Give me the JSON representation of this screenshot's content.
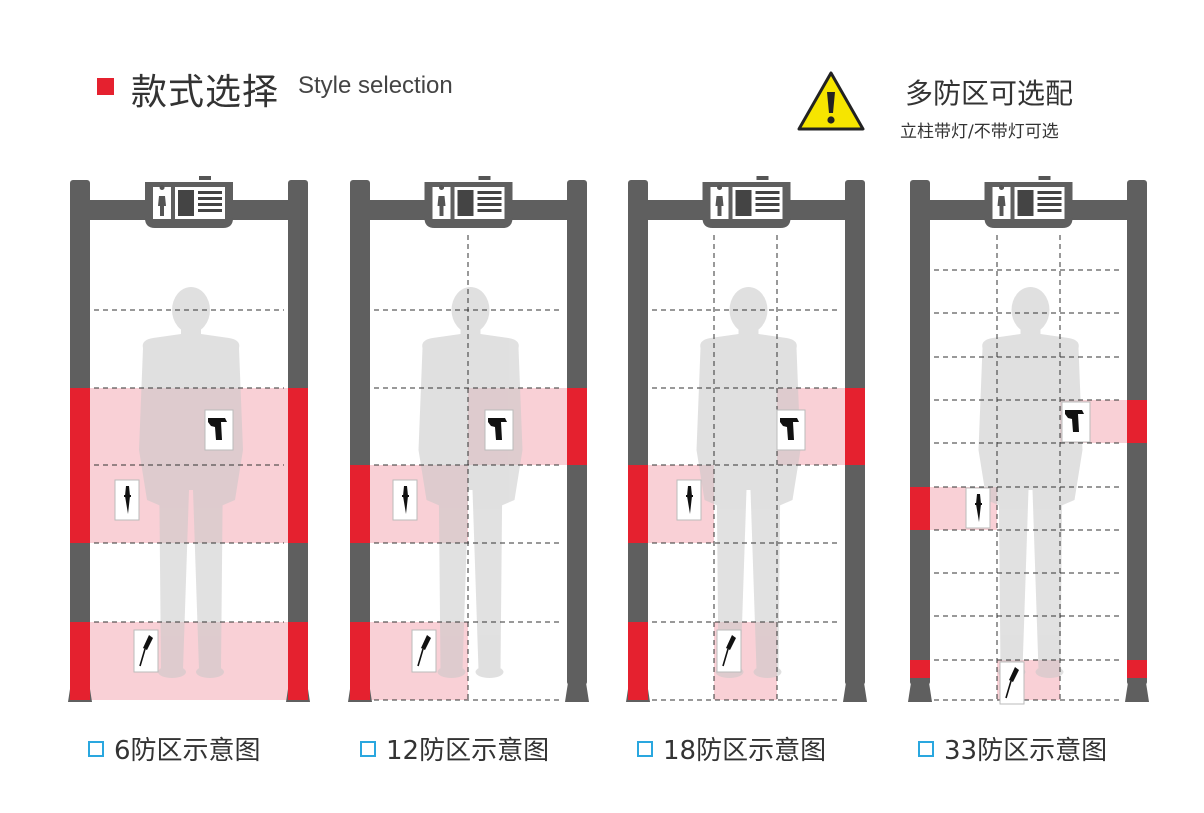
{
  "header": {
    "title_cn": "款式选择",
    "title_en": "Style selection"
  },
  "note": {
    "main": "多防区可选配",
    "sub": "立柱带灯/不带灯可选"
  },
  "colors": {
    "accent_red": "#e5212f",
    "highlight_pink": "#f8c8cf",
    "pillar_gray": "#5f5f5f",
    "caption_box_blue": "#2aa7df",
    "warning_yellow": "#f6e500"
  },
  "gates": [
    {
      "caption": "6防区示意图",
      "zones": 6
    },
    {
      "caption": "12防区示意图",
      "zones": 12
    },
    {
      "caption": "18防区示意图",
      "zones": 18
    },
    {
      "caption": "33防区示意图",
      "zones": 33
    }
  ],
  "icons": [
    "warning-icon",
    "gun-icon",
    "knife-icon",
    "screwdriver-icon",
    "human-silhouette-icon"
  ]
}
